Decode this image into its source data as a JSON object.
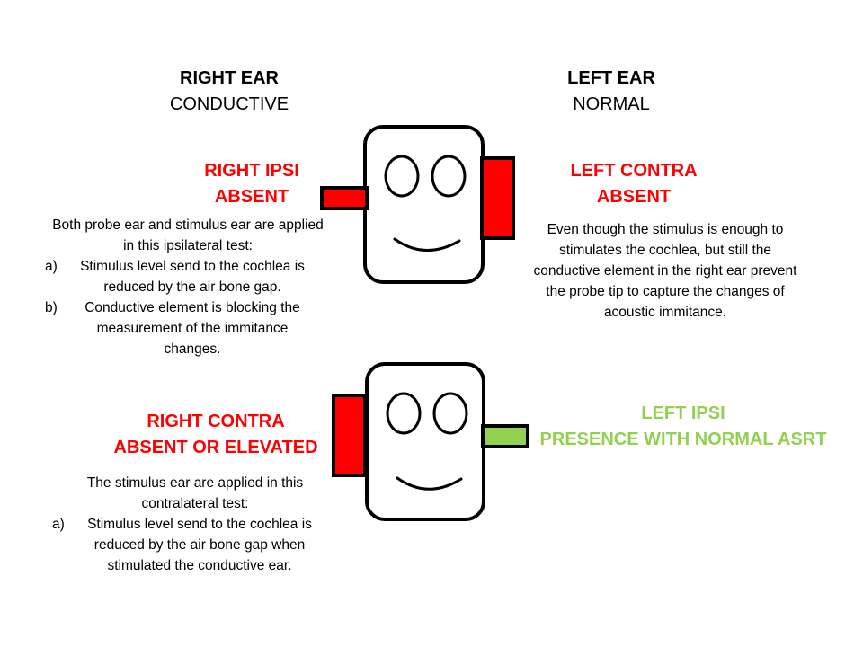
{
  "colors": {
    "absent": "#ff0000",
    "present": "#92d050",
    "outline": "#000000"
  },
  "headers": {
    "right": {
      "title": "RIGHT EAR",
      "condition": "CONDUCTIVE"
    },
    "left": {
      "title": "LEFT EAR",
      "condition": "NORMAL"
    }
  },
  "top_panel": {
    "right_label": {
      "line1": "RIGHT IPSI",
      "line2": "ABSENT"
    },
    "left_label": {
      "line1": "LEFT CONTRA",
      "line2": "ABSENT"
    },
    "right_note": {
      "intro": "Both probe ear and stimulus ear are applied in this ipsilateral test:",
      "items": [
        {
          "marker": "a)",
          "text": "Stimulus level send to the cochlea is reduced  by the air bone gap."
        },
        {
          "marker": "b)",
          "text": "Conductive element is blocking the measurement of the immitance changes."
        }
      ]
    },
    "left_note": "Even though the stimulus  is enough to stimulates the cochlea, but still the conductive element  in the right ear prevent the probe  tip to capture the changes of acoustic immitance."
  },
  "bottom_panel": {
    "right_label": {
      "line1": "RIGHT CONTRA",
      "line2": "ABSENT OR ELEVATED"
    },
    "left_label": {
      "line1": "LEFT IPSI",
      "line2": "PRESENCE WITH NORMAL ASRT"
    },
    "right_note": {
      "intro": "The stimulus ear are applied in  this contralateral test:",
      "items": [
        {
          "marker": "a)",
          "text": "Stimulus level send to the cochlea is reduced  by the air bone gap when stimulated the conductive ear."
        }
      ]
    }
  }
}
